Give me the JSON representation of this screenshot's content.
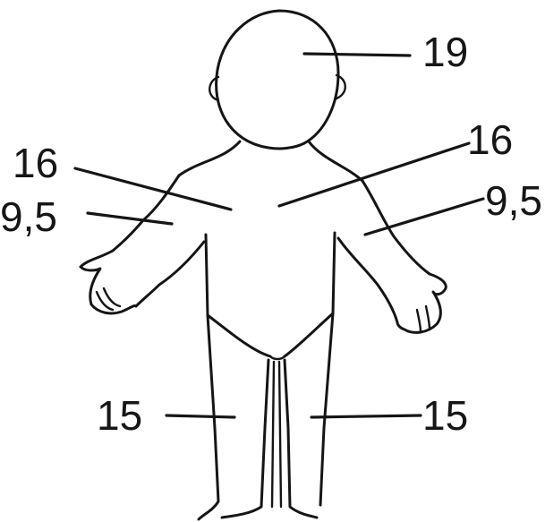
{
  "labels": {
    "head": "19",
    "chest_left": "16",
    "chest_right": "16",
    "arm_left": "9,5",
    "arm_right": "9,5",
    "leg_left": "15",
    "leg_right": "15"
  }
}
